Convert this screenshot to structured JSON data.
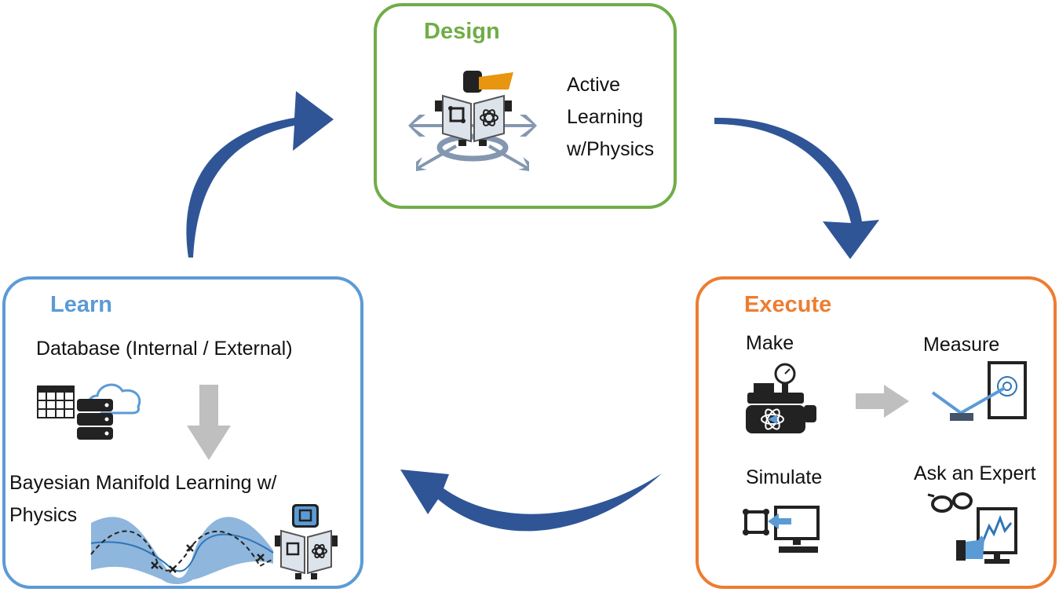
{
  "design": {
    "title": "Design",
    "lines": [
      "Active",
      "Learning",
      "w/Physics"
    ]
  },
  "learn": {
    "title": "Learn",
    "database": "Database (Internal / External)",
    "bml_line1": "Bayesian Manifold Learning w/",
    "bml_line2": "Physics"
  },
  "execute": {
    "title": "Execute",
    "make": "Make",
    "measure": "Measure",
    "simulate": "Simulate",
    "expert": "Ask an Expert"
  },
  "colors": {
    "design": "#70ad47",
    "learn": "#5b9bd5",
    "execute": "#ed7d31",
    "cycle_arrow": "#2f5597",
    "flow_arrow": "#bfbfbf"
  },
  "icons": [
    "robot-book-icon",
    "table-icon",
    "cloud-icon",
    "server-icon",
    "gp-regression-plot-icon",
    "reactor-icon",
    "measurement-icon",
    "computer-icon",
    "glasses-icon",
    "monitor-touch-icon"
  ]
}
